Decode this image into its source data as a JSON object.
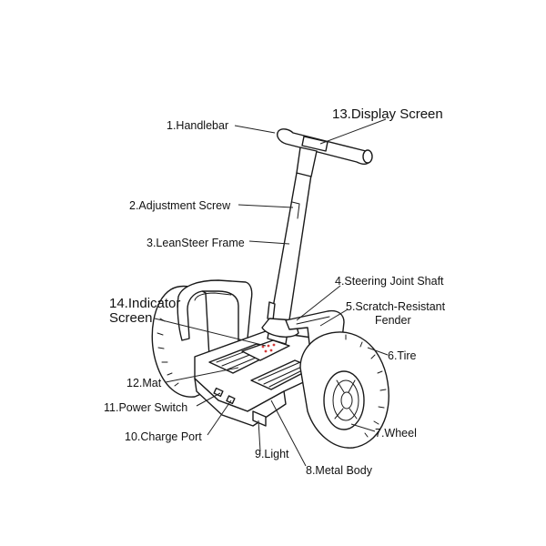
{
  "labels": {
    "l1": "1.Handlebar",
    "l2": "2.Adjustment Screw",
    "l3": "3.LeanSteer Frame",
    "l4": "4.Steering Joint Shaft",
    "l5a": "5.Scratch-Resistant",
    "l5b": "Fender",
    "l6": "6.Tire",
    "l7": "7.Wheel",
    "l8": "8.Metal Body",
    "l9": "9.Light",
    "l10": "10.Charge Port",
    "l11": "11.Power Switch",
    "l12": "12.Mat",
    "l13": "13.Display Screen",
    "l14a": "14.Indicator",
    "l14b": "Screen"
  },
  "colors": {
    "line": "#222222",
    "indicator_dots": "#d23a3a"
  }
}
